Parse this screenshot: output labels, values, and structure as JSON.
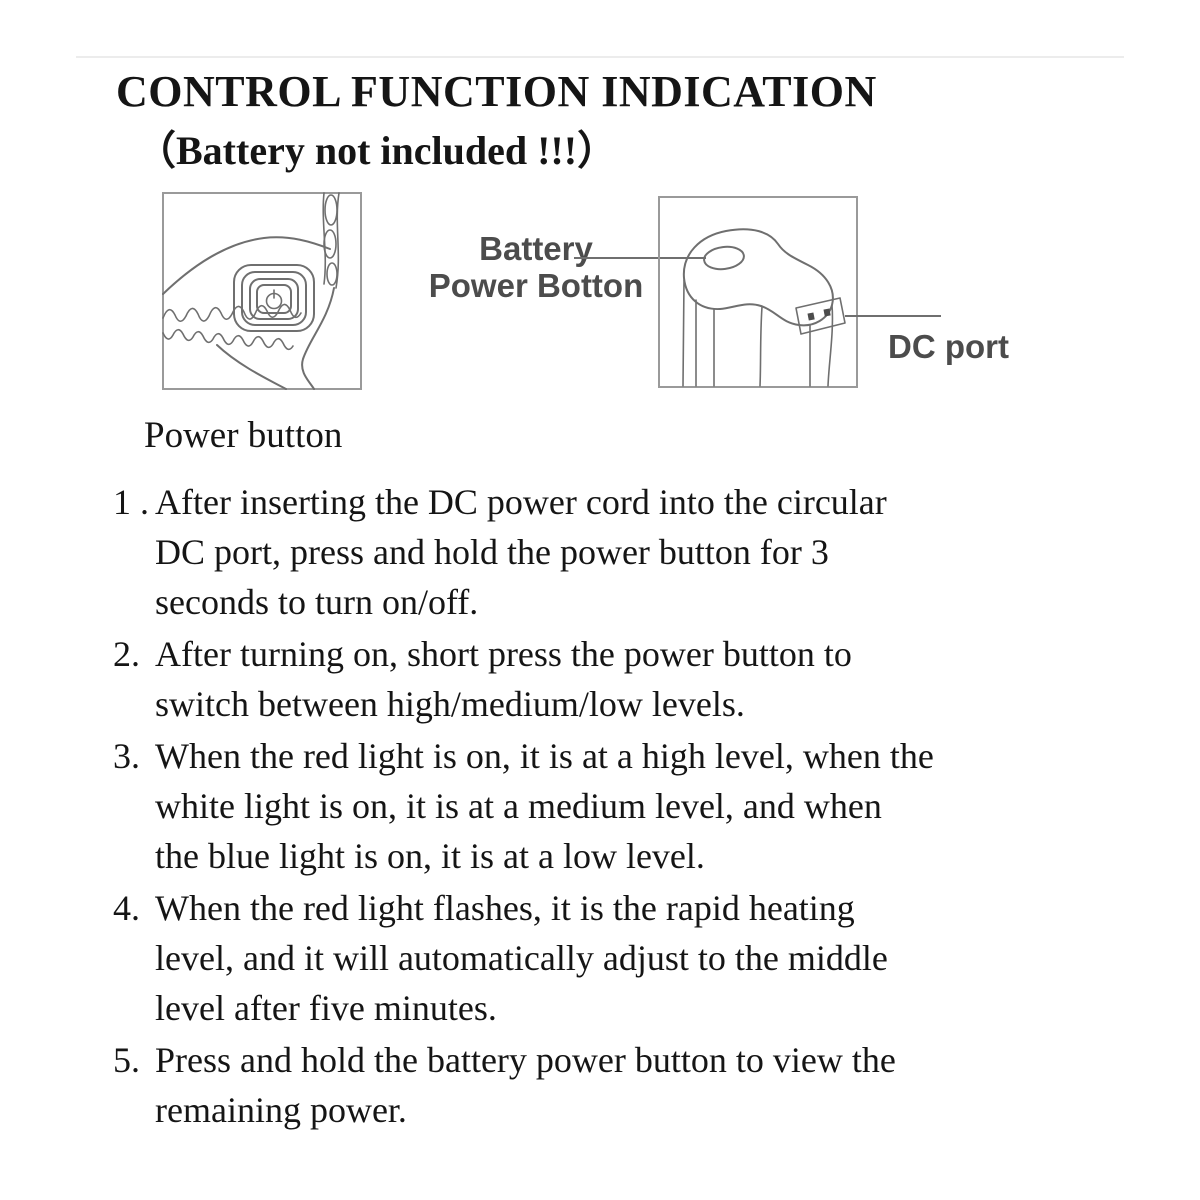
{
  "page": {
    "title": "CONTROL FUNCTION INDICATION",
    "subtitle": "（Battery not included !!!）",
    "figure_caption": "Power button"
  },
  "callouts": {
    "battery_power_button_line1": "Battery",
    "battery_power_button_line2": "Power Botton",
    "dc_port": "DC port"
  },
  "instructions": [
    {
      "marker": "1 .",
      "lines": [
        "After inserting the DC power cord into the circular",
        "DC port, press and hold the power button for 3",
        "seconds to turn on/off."
      ]
    },
    {
      "marker": "2.",
      "lines": [
        "After turning on, short press the power button to",
        "switch between high/medium/low levels."
      ]
    },
    {
      "marker": "3.",
      "lines": [
        "When the red light is on, it is at a high level, when the",
        "white light is on, it is at a medium level, and when",
        "the blue light is on, it is at a low level."
      ]
    },
    {
      "marker": "4.",
      "lines": [
        "When the red light flashes, it is the rapid heating",
        "level, and it will automatically adjust to the middle",
        "level after five minutes."
      ]
    },
    {
      "marker": "5.",
      "lines": [
        "Press and hold the battery power button to view the",
        "remaining power."
      ]
    }
  ],
  "colors": {
    "text_color": "#151515",
    "label_gray": "#4c4c4c",
    "line_gray": "#6f6f6f",
    "frame_gray": "#9a9a9a",
    "rule_gray": "#ececec"
  }
}
